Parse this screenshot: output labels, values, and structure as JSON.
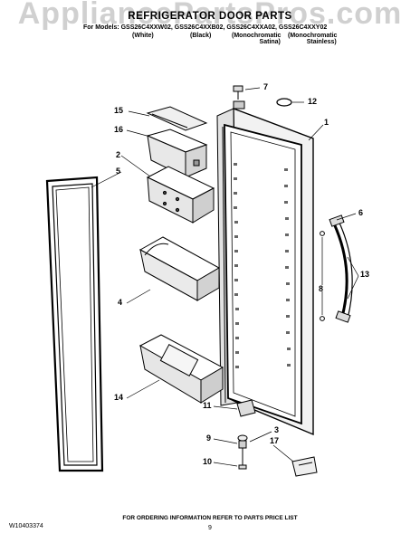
{
  "watermark": "AppliancePartsPros.com",
  "title": "REFRIGERATOR DOOR PARTS",
  "models_line": "For Models: GSS26C4XXW02, GSS26C4XXB02, GSS26C4XXA02, GSS26C4XXY02",
  "variants": [
    {
      "line1": "(White)",
      "line2": ""
    },
    {
      "line1": "(Black)",
      "line2": ""
    },
    {
      "line1": "(Monochromatic",
      "line2": "Satina)"
    },
    {
      "line1": "(Monochromatic",
      "line2": "Stainless)"
    }
  ],
  "callouts": [
    "7",
    "12",
    "15",
    "1",
    "16",
    "2",
    "5",
    "6",
    "8",
    "13",
    "4",
    "14",
    "11",
    "3",
    "9",
    "17",
    "10"
  ],
  "footer": {
    "doc_number": "W10403374",
    "ordering_note": "FOR ORDERING INFORMATION REFER TO PARTS PRICE LIST",
    "page": "9"
  }
}
